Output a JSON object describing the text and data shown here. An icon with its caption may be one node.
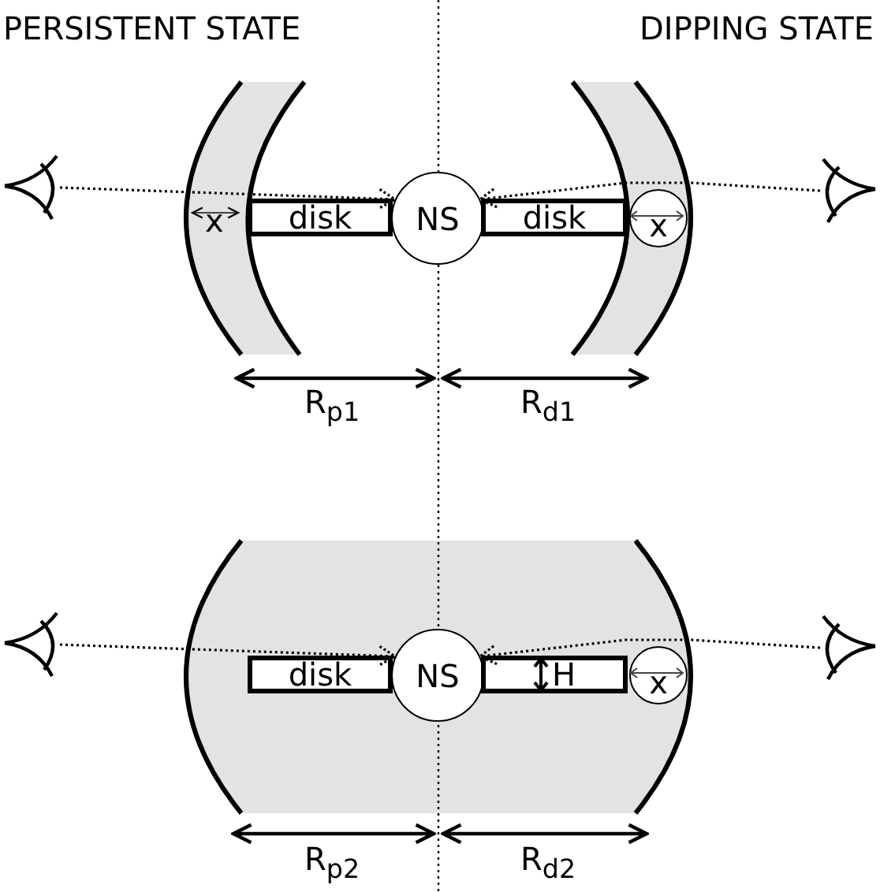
{
  "diagram": {
    "nodes": [
      {
        "text": [],
        "shape": "eye"
      },
      {
        "text": [
          "disk"
        ]
      },
      {
        "text": [
          "NS"
        ]
      },
      {
        "text": [
          "disk"
        ]
      },
      {
        "text": [
          "x"
        ]
      },
      {
        "text": [],
        "shape": "eye"
      },
      {
        "text": [],
        "shape": "eye"
      },
      {
        "text": [
          "disk"
        ]
      },
      {
        "text": [
          "NS"
        ]
      },
      {
        "text": [
          "H"
        ]
      },
      {
        "text": [
          "x"
        ]
      },
      {
        "text": [],
        "shape": "eye"
      }
    ],
    "edges": [
      {
        "from": 0,
        "to": 2,
        "arrow": "to",
        "style": "dashed"
      },
      {
        "from": 5,
        "to": 2,
        "arrow": "to",
        "style": "dashed"
      },
      {
        "from": 6,
        "to": 8,
        "arrow": "to",
        "style": "dashed"
      },
      {
        "from": 11,
        "to": 8,
        "arrow": "to",
        "style": "dashed"
      }
    ],
    "labels": [
      "PERSISTENT STATE",
      "DIPPING STATE",
      "x",
      "R$_{p1}$",
      "R$_{d1}$",
      "R$_{p2}$",
      "R$_{d2}$"
    ]
  }
}
